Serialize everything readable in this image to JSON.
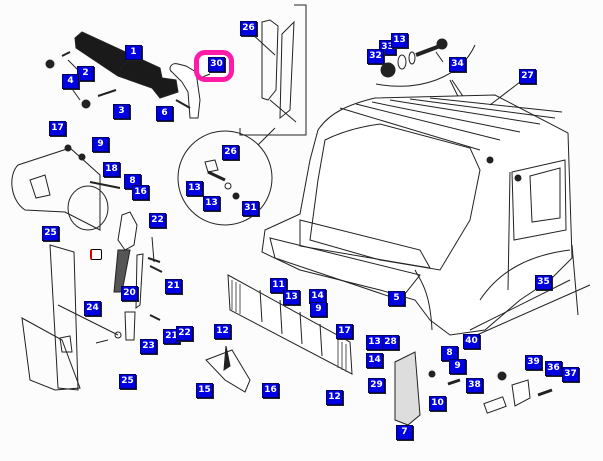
{
  "diagram": {
    "title": "Cab exterior parts exploded view",
    "accent_color": "#0000e0",
    "highlight_color": "#ff1aa8",
    "highlighted_callout": "30",
    "callouts": [
      {
        "id": "c1",
        "label": "1"
      },
      {
        "id": "c2",
        "label": "2"
      },
      {
        "id": "c3",
        "label": "3"
      },
      {
        "id": "c4",
        "label": "4"
      },
      {
        "id": "c6",
        "label": "6"
      },
      {
        "id": "c30",
        "label": "30"
      },
      {
        "id": "c26a",
        "label": "26"
      },
      {
        "id": "c33",
        "label": "33"
      },
      {
        "id": "c13a",
        "label": "13"
      },
      {
        "id": "c32",
        "label": "32"
      },
      {
        "id": "c34",
        "label": "34"
      },
      {
        "id": "c27",
        "label": "27"
      },
      {
        "id": "c17a",
        "label": "17"
      },
      {
        "id": "c9a",
        "label": "9"
      },
      {
        "id": "c18",
        "label": "18"
      },
      {
        "id": "c8a",
        "label": "8"
      },
      {
        "id": "c16a",
        "label": "16"
      },
      {
        "id": "c26b",
        "label": "26"
      },
      {
        "id": "c13b",
        "label": "13"
      },
      {
        "id": "c13c",
        "label": "13"
      },
      {
        "id": "c31",
        "label": "31"
      },
      {
        "id": "c22a",
        "label": "22"
      },
      {
        "id": "c25a",
        "label": "25"
      },
      {
        "id": "c21a",
        "label": "21"
      },
      {
        "id": "c20",
        "label": "20"
      },
      {
        "id": "c24",
        "label": "24"
      },
      {
        "id": "c21b",
        "label": "21"
      },
      {
        "id": "c22b",
        "label": "22"
      },
      {
        "id": "c23",
        "label": "23"
      },
      {
        "id": "c25b",
        "label": "25"
      },
      {
        "id": "c11",
        "label": "11"
      },
      {
        "id": "c13d",
        "label": "13"
      },
      {
        "id": "c14a",
        "label": "14"
      },
      {
        "id": "c9b",
        "label": "9"
      },
      {
        "id": "c12a",
        "label": "12"
      },
      {
        "id": "c17b",
        "label": "17"
      },
      {
        "id": "c13e",
        "label": "13"
      },
      {
        "id": "c14b",
        "label": "14"
      },
      {
        "id": "c5",
        "label": "5"
      },
      {
        "id": "c15",
        "label": "15"
      },
      {
        "id": "c16b",
        "label": "16"
      },
      {
        "id": "c12b",
        "label": "12"
      },
      {
        "id": "c28",
        "label": "28"
      },
      {
        "id": "c29",
        "label": "29"
      },
      {
        "id": "c7",
        "label": "7"
      },
      {
        "id": "c8b",
        "label": "8"
      },
      {
        "id": "c9c",
        "label": "9"
      },
      {
        "id": "c10",
        "label": "10"
      },
      {
        "id": "c35",
        "label": "35"
      },
      {
        "id": "c40",
        "label": "40"
      },
      {
        "id": "c39",
        "label": "39"
      },
      {
        "id": "c36",
        "label": "36"
      },
      {
        "id": "c37",
        "label": "37"
      },
      {
        "id": "c38",
        "label": "38"
      }
    ]
  }
}
